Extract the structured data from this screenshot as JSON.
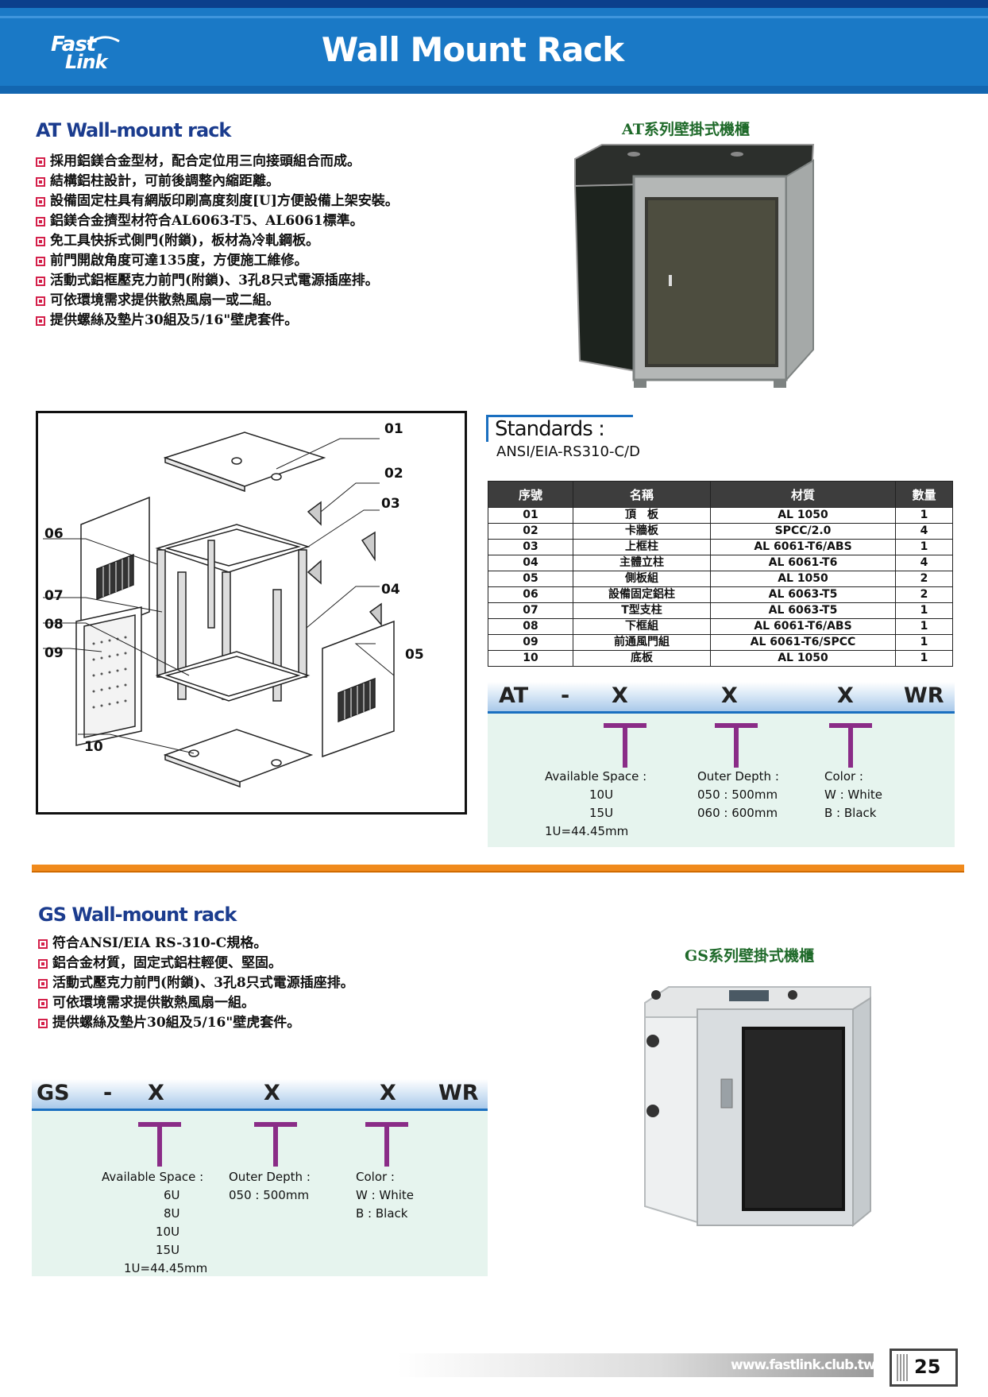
{
  "header": {
    "logo": "FastLink",
    "title": "Wall Mount Rack"
  },
  "at": {
    "title": "AT Wall-mount rack",
    "caption": "AT系列壁掛式機櫃",
    "bullets": [
      "採用鋁鎂合金型材，配合定位用三向接頭組合而成。",
      "結構鋁柱設計，可前後調整內縮距離。",
      "設備固定柱具有網版印刷高度刻度[U]方便設備上架安裝。",
      "鋁鎂合金擠型材符合AL6063-T5、AL6061標準。",
      "免工具快拆式側門(附鎖)，板材為冷軋鋼板。",
      "前門開啟角度可達135度，方便施工維修。",
      "活動式鋁框壓克力前門(附鎖)、3孔8只式電源插座排。",
      "可依環境需求提供散熱風扇一或二組。",
      "提供螺絲及墊片30組及5/16\"壁虎套件。"
    ],
    "callouts": [
      "01",
      "02",
      "03",
      "04",
      "05",
      "06",
      "07",
      "08",
      "09",
      "10"
    ],
    "standards": {
      "title": "Standards :",
      "value": "ANSI/EIA-RS310-C/D"
    },
    "table": {
      "headers": [
        "序號",
        "名稱",
        "材質",
        "數量"
      ],
      "rows": [
        [
          "01",
          "頂　板",
          "AL 1050",
          "1"
        ],
        [
          "02",
          "卡牆板",
          "SPCC/2.0",
          "4"
        ],
        [
          "03",
          "上框柱",
          "AL 6061-T6/ABS",
          "1"
        ],
        [
          "04",
          "主體立柱",
          "AL 6061-T6",
          "4"
        ],
        [
          "05",
          "側板組",
          "AL 1050",
          "2"
        ],
        [
          "06",
          "設備固定鋁柱",
          "AL 6063-T5",
          "2"
        ],
        [
          "07",
          "T型支柱",
          "AL 6063-T5",
          "1"
        ],
        [
          "08",
          "下框組",
          "AL 6061-T6/ABS",
          "1"
        ],
        [
          "09",
          "前通風門組",
          "AL 6061-T6/SPCC",
          "1"
        ],
        [
          "10",
          "底板",
          "AL 1050",
          "1"
        ]
      ]
    },
    "code": {
      "prefix": "AT",
      "dash": "-",
      "x1": "X",
      "x2": "X",
      "x3": "X",
      "suffix": "WR",
      "space_label": "Available Space :",
      "space_options": [
        "10U",
        "15U"
      ],
      "space_note": "1U=44.45mm",
      "depth_label": "Outer Depth :",
      "depth_options": [
        "050 : 500mm",
        "060 : 600mm"
      ],
      "color_label": "Color :",
      "color_options": [
        "W : White",
        "B : Black"
      ]
    }
  },
  "gs": {
    "title": "GS Wall-mount rack",
    "caption": "GS系列壁掛式機櫃",
    "bullets": [
      "符合ANSI/EIA RS-310-C規格。",
      "鋁合金材質，固定式鋁柱輕便、堅固。",
      "活動式壓克力前門(附鎖)、3孔8只式電源插座排。",
      "可依環境需求提供散熱風扇一組。",
      "提供螺絲及墊片30組及5/16\"壁虎套件。"
    ],
    "code": {
      "prefix": "GS",
      "dash": "-",
      "x1": "X",
      "x2": "X",
      "x3": "X",
      "suffix": "WR",
      "space_label": "Available Space :",
      "space_options": [
        "6U",
        "8U",
        "10U",
        "15U"
      ],
      "space_note": "1U=44.45mm",
      "depth_label": "Outer Depth :",
      "depth_options": [
        "050 : 500mm"
      ],
      "color_label": "Color :",
      "color_options": [
        "W : White",
        "B : Black"
      ]
    }
  },
  "footer": {
    "url": "www.fastlink.club.tw",
    "page": "25"
  }
}
